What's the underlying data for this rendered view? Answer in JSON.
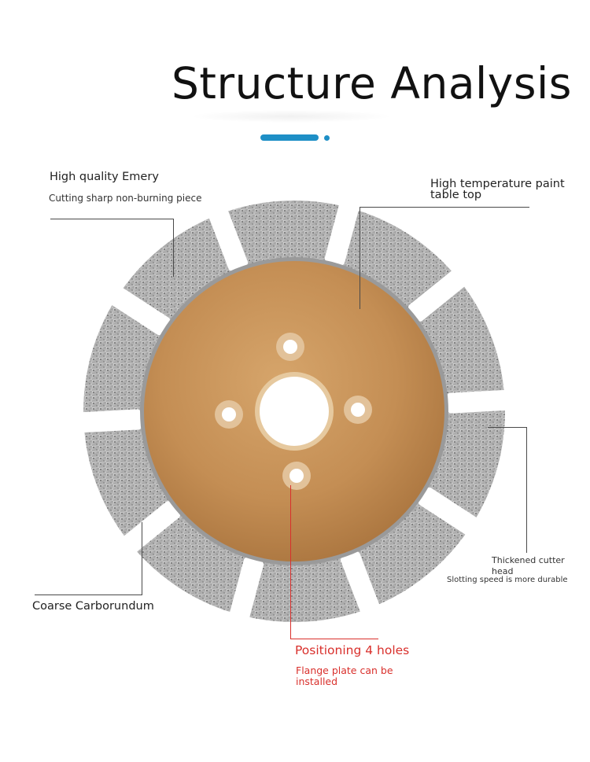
{
  "header": {
    "title": "Structure Analysis"
  },
  "callouts": {
    "emery": {
      "title": "High quality Emery",
      "subtitle": "Cutting sharp non-burning piece"
    },
    "paint": {
      "title": "High temperature paint table top"
    },
    "cutter": {
      "title": "Thickened cutter head",
      "subtitle": "Slotting speed is more durable"
    },
    "carborundum": {
      "title": "Coarse Carborundum"
    },
    "holes": {
      "title": "Positioning 4 holes",
      "subtitle": "Flange plate can be installed"
    }
  },
  "colors": {
    "accent": "#1e8fc6",
    "callout_red": "#d9302c",
    "blade_gold": "#c8955a",
    "segment_silver": "#b9b9b9"
  }
}
